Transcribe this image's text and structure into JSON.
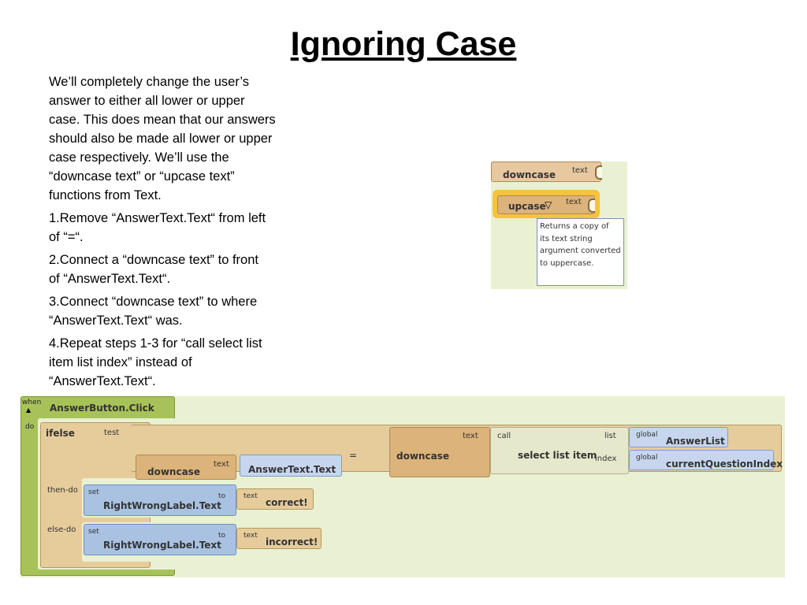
{
  "slide": {
    "title": "Ignoring Case",
    "intro_lines": [
      "We’ll completely change the user’s",
      "answer to either all lower or upper",
      "case. This does mean that our answers",
      "should also be made all lower or upper",
      "case respectively. We’ll use the",
      "“downcase text” or “upcase text”",
      "functions from Text."
    ],
    "steps": [
      [
        "1.Remove “AnswerText.Text“ from left",
        "of “=“."
      ],
      [
        "2.Connect a “downcase text” to front",
        "of “AnswerText.Text“."
      ],
      [
        "3.Connect “downcase text” to where",
        "“AnswerText.Text“ was."
      ],
      [
        "4.Repeat steps 1-3 for “call select list",
        "item list index” instead of",
        "“AnswerText.Text“."
      ]
    ]
  },
  "palette": {
    "downcase_label": "downcase",
    "upcase_label": "upcase",
    "dropdown_glyph": "▽",
    "text_tag": "text",
    "tooltip_lines": [
      "Returns a copy of",
      "its text string",
      "argument converted",
      "to uppercase."
    ]
  },
  "editor": {
    "when": "when",
    "do": "do",
    "event_name": "AnswerButton.Click",
    "ifelse": "ifelse",
    "test": "test",
    "then_do": "then-do",
    "else_do": "else-do",
    "downcase": "downcase",
    "text_tag": "text",
    "answer_text": "AnswerText.Text",
    "equals": "=",
    "call": "call",
    "select_list_item": "select list item",
    "list": "list",
    "index": "index",
    "global": "global",
    "answer_list": "AnswerList",
    "current_question_index": "currentQuestionIndex",
    "set": "set",
    "to": "to",
    "label_text": "RightWrongLabel.Text",
    "correct": "correct!",
    "incorrect": "incorrect!",
    "collapse_arrow": "▲"
  }
}
